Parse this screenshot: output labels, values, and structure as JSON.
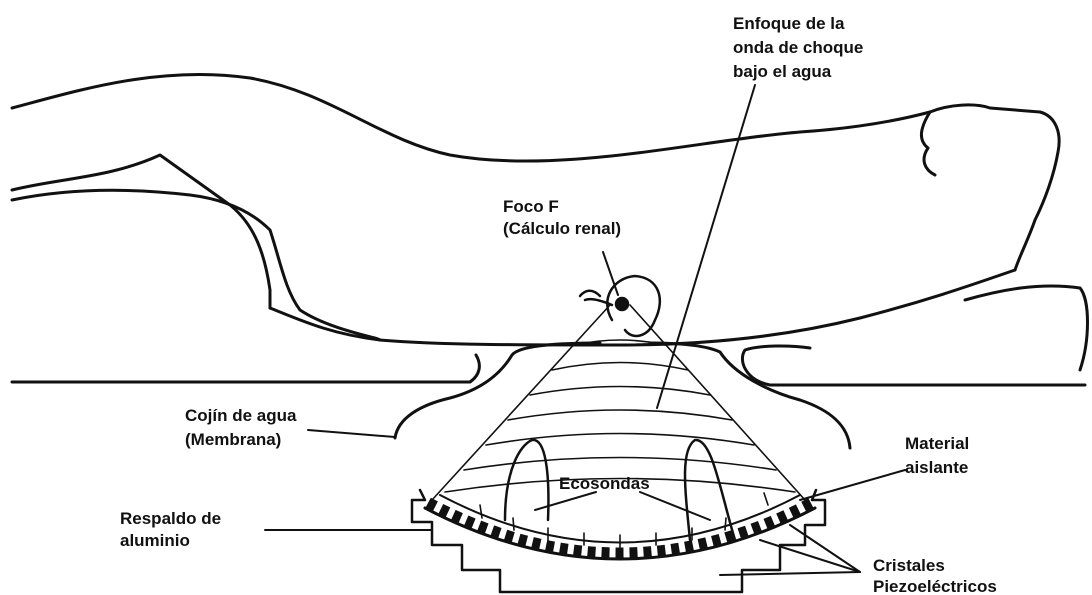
{
  "labels": {
    "enfoque": [
      "Enfoque de la",
      "onda de choque",
      "bajo el agua"
    ],
    "foco": [
      "Foco F",
      "(Cálculo renal)"
    ],
    "cojin": [
      "Cojín de agua",
      "(Membrana)"
    ],
    "material": [
      "Material",
      "aislante"
    ],
    "ecosondas": "Ecosondas",
    "respaldo": [
      "Respaldo de",
      "aluminio"
    ],
    "cristales": [
      "Cristales",
      "Piezoeléctricos"
    ]
  },
  "colors": {
    "ink": "#111111",
    "background": "#ffffff"
  }
}
